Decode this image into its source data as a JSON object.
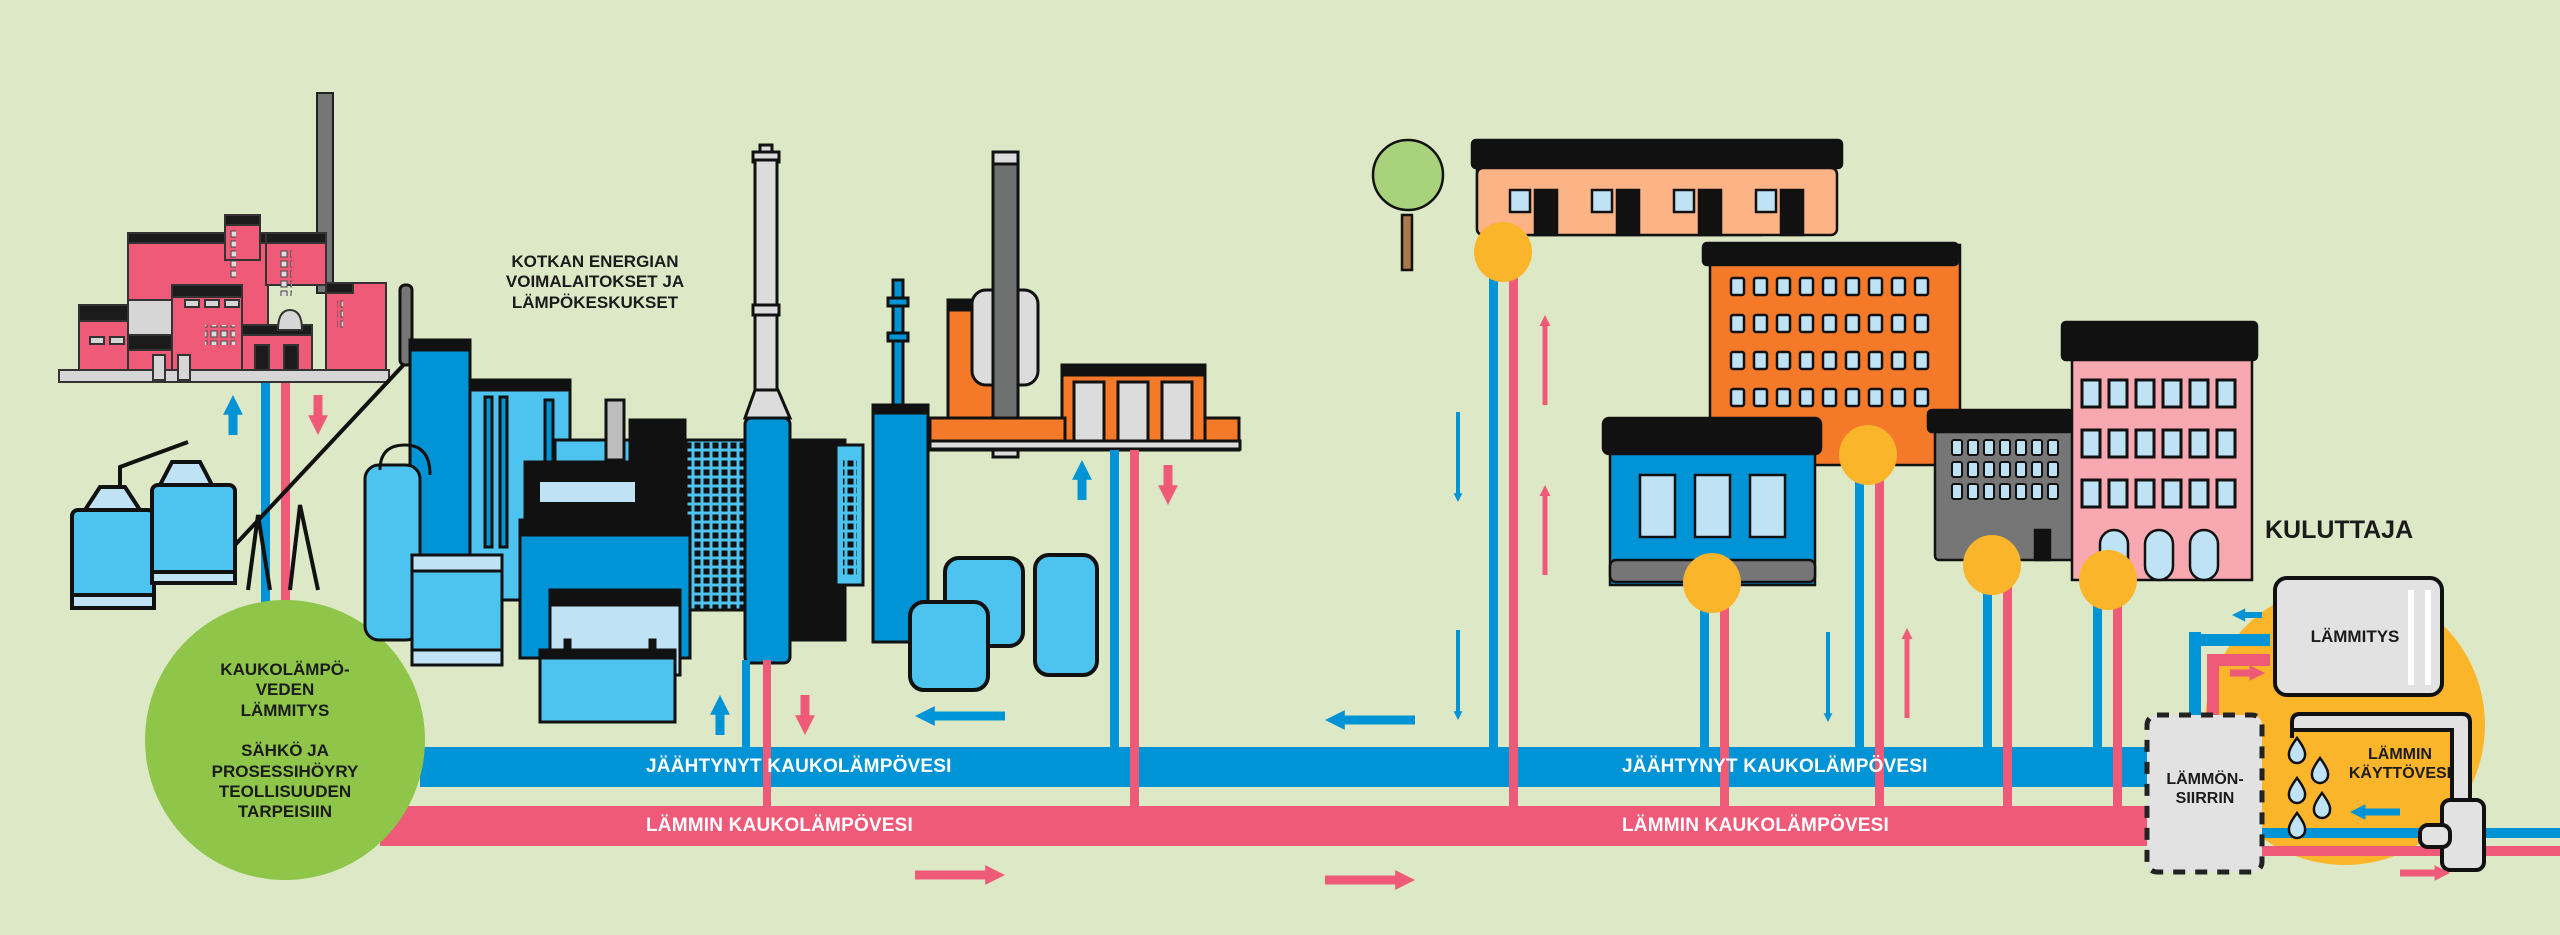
{
  "title": "Kotkan Energia kaukolämpö diagram",
  "colors": {
    "background": "#dde9c6",
    "cold_pipe": "#0093d6",
    "hot_pipe": "#ef5a78",
    "consumer_circle": "#fbb52b",
    "green_circle": "#8fc549",
    "factory_pink": "#ef5a78",
    "plant_blue": "#0093d6",
    "plant_light_blue": "#4dc4ef",
    "plant_pale_blue": "#bfe3f5",
    "orange": "#f47a2a"
  },
  "labels": {
    "plants": [
      "KOTKAN ENERGIAN",
      "VOIMALAITOKSET JA",
      "LÄMPÖKESKUKSET"
    ],
    "green_circle_top": [
      "KAUKOLÄMPÖ-",
      "VEDEN",
      "LÄMMITYS"
    ],
    "green_circle_bottom": [
      "SÄHKÖ JA",
      "PROSESSIHÖYRY",
      "TEOLLISUUDEN",
      "TARPEISIIN"
    ],
    "consumer": "KULUTTAJA",
    "heating": "LÄMMITYS",
    "heat_exchanger": [
      "LÄMMÖN-",
      "SIIRRIN"
    ],
    "hot_tap_water": [
      "LÄMMIN",
      "KÄYTTÖVESI"
    ]
  },
  "pipes": {
    "cold": {
      "label": "JÄÄHTYNYT KAUKOLÄMPÖVESI",
      "flow": "left"
    },
    "hot": {
      "label": "LÄMMIN KAUKOLÄMPÖVESI",
      "flow": "right"
    },
    "cold_label_2": "JÄÄHTYNYT KAUKOLÄMPÖVESI",
    "hot_label_2": "LÄMMIN KAUKOLÄMPÖVESI"
  },
  "icons": {
    "arrow_up": "arrow-up-icon",
    "arrow_down": "arrow-down-icon",
    "arrow_left": "arrow-left-icon",
    "arrow_right": "arrow-right-icon",
    "water_drop": "water-drop-icon",
    "tree": "tree-icon",
    "tap": "tap-icon",
    "radiator": "radiator-icon"
  }
}
